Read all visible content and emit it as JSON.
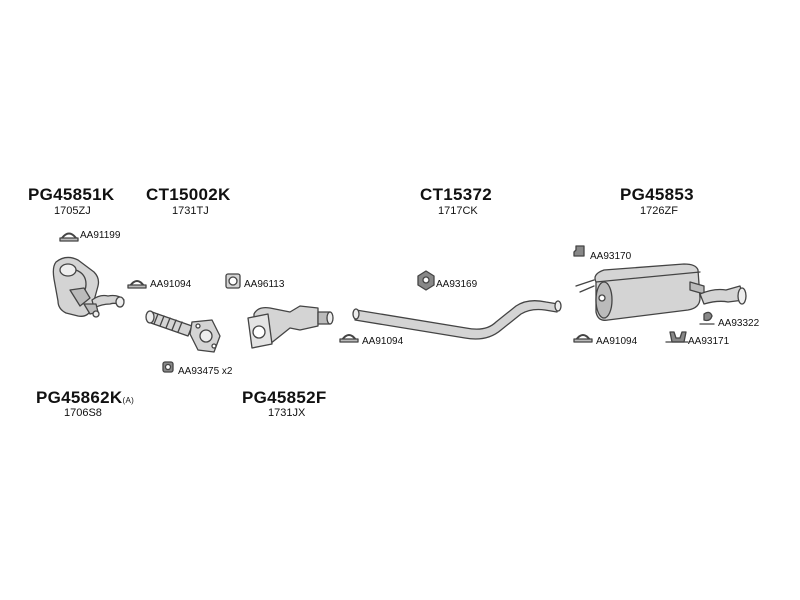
{
  "groups": {
    "pg45851k": {
      "code": "PG45851K",
      "ref": "1705ZJ"
    },
    "ct15002k": {
      "code": "CT15002K",
      "ref": "1731TJ"
    },
    "ct15372": {
      "code": "CT15372",
      "ref": "1717CK"
    },
    "pg45853": {
      "code": "PG45853",
      "ref": "1726ZF"
    },
    "pg45862k": {
      "code": "PG45862K",
      "suffix": "(A)",
      "ref": "1706S8"
    },
    "pg45852f": {
      "code": "PG45852F",
      "ref": "1731JX"
    }
  },
  "parts": {
    "aa91199": "AA91199",
    "aa91094_a": "AA91094",
    "aa96113": "AA96113",
    "aa93475": "AA93475 x2",
    "aa93169": "AA93169",
    "aa91094_b": "AA91094",
    "aa93170": "AA93170",
    "aa93322": "AA93322",
    "aa91094_c": "AA91094",
    "aa93171": "AA93171"
  },
  "colors": {
    "line": "#444444",
    "fill": "#d4d4d4",
    "text": "#111111"
  }
}
